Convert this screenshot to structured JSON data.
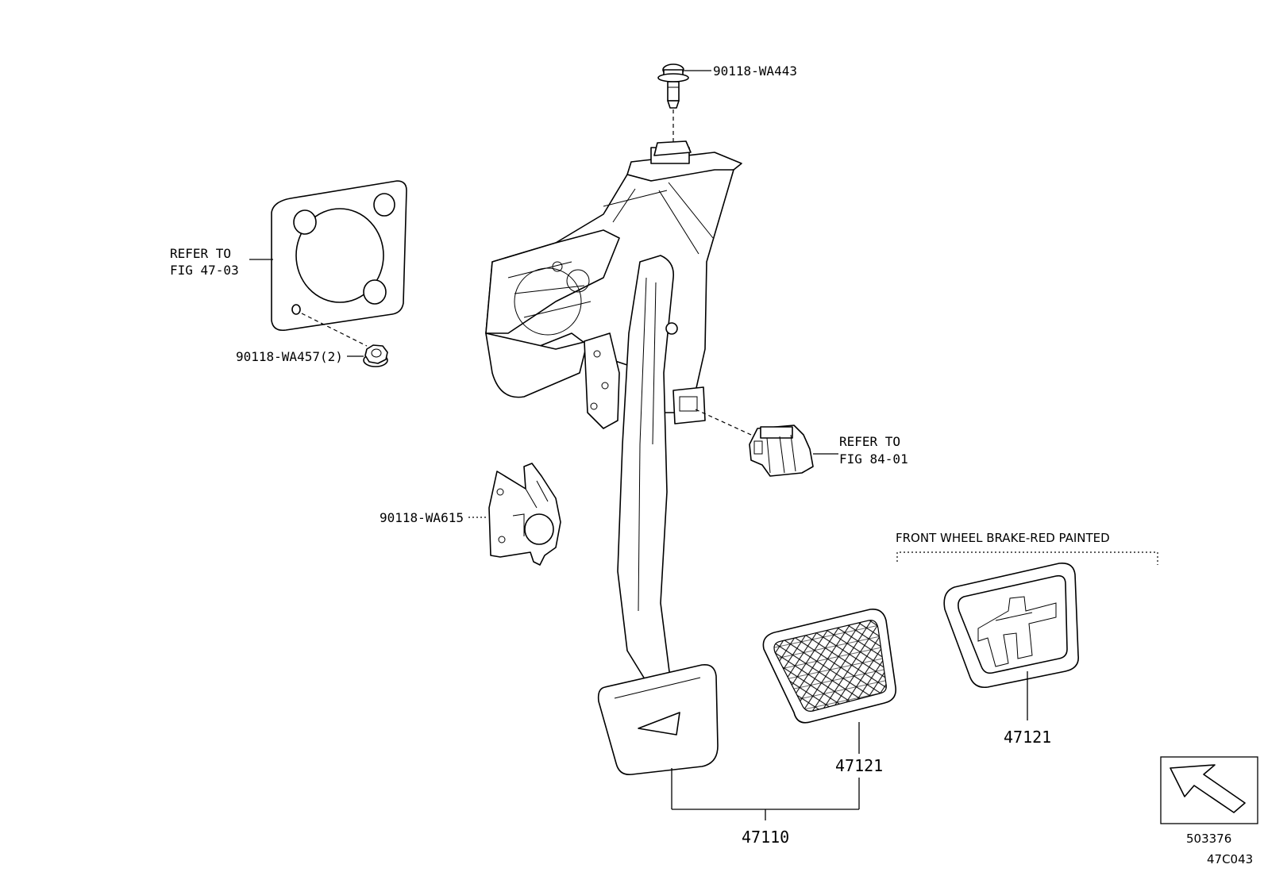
{
  "diagram": {
    "labels": {
      "bolt_top": "90118-WA443",
      "refer_a_line1": "REFER TO",
      "refer_a_line2": "FIG 47-03",
      "nut": "90118-WA457(2)",
      "refer_b_line1": "REFER TO",
      "refer_b_line2": "FIG 84-01",
      "bracket": "90118-WA615",
      "variant_note": "FRONT WHEEL BRAKE-RED PAINTED",
      "pad_red": "47121",
      "pad": "47121",
      "pedal_assy": "47110",
      "ref_number": "503376",
      "figure_code": "47C043"
    },
    "icons": {
      "direction": "front-direction-arrow-icon"
    }
  }
}
